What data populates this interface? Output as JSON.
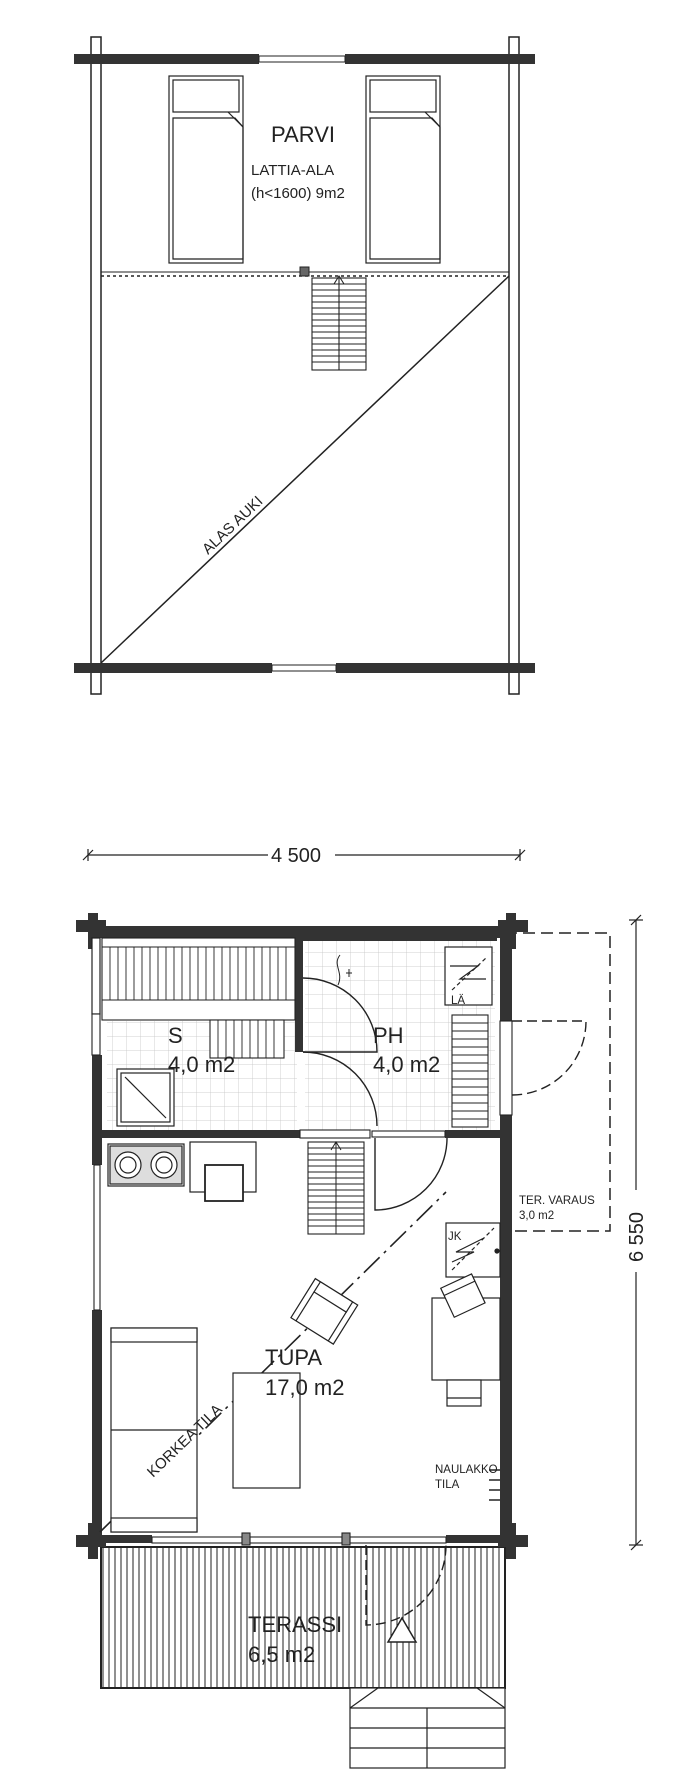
{
  "loft": {
    "room_name": "PARVI",
    "floor_area_label": "LATTIA-ALA",
    "floor_area_value": "(h<1600) 9m2",
    "opening_label": "ALAS AUKI"
  },
  "ground": {
    "width_dimension": "4 500",
    "depth_dimension": "6 550",
    "sauna": {
      "name": "S",
      "area": "4,0 m2"
    },
    "washroom": {
      "name": "PH",
      "area": "4,0 m2"
    },
    "heater_label": "LÄ",
    "fridge_label": "JK",
    "living": {
      "name": "TUPA",
      "area": "17,0 m2"
    },
    "high_space_label": "KORKEA TILA",
    "terrace_storage": {
      "name": "TER. VARAUS",
      "area": "3,0 m2"
    },
    "coat_rack": {
      "line1": "NAULAKKO",
      "line2": "TILA"
    },
    "terrace": {
      "name": "TERASSI",
      "area": "6,5 m2"
    }
  },
  "colors": {
    "wall": "#333333",
    "line": "#222222",
    "grid": "#bbbbbb"
  }
}
